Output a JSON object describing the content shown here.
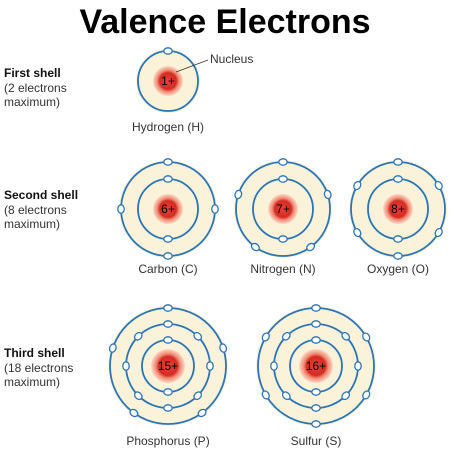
{
  "title": "Valence Electrons",
  "nucleus_label": "Nucleus",
  "colors": {
    "nucleus_core": "#d42a22",
    "nucleus_glow": "#f6a48a",
    "shell_fill": "#fbf3d9",
    "shell_line": "#2b74b8",
    "electron_fill": "#ffffff",
    "electron_stroke": "#2b74b8"
  },
  "rows": [
    {
      "title": "First shell",
      "note_1": "(2 electrons",
      "note_2": "maximum)"
    },
    {
      "title": "Second shell",
      "note_1": "(8 electrons",
      "note_2": "maximum)"
    },
    {
      "title": "Third shell",
      "note_1": "(18 electrons",
      "note_2": "maximum)"
    }
  ],
  "atoms": [
    {
      "name": "Hydrogen (H)",
      "charge": "1+",
      "shells": [
        1
      ]
    },
    {
      "name": "Carbon (C)",
      "charge": "6+",
      "shells": [
        2,
        4
      ]
    },
    {
      "name": "Nitrogen (N)",
      "charge": "7+",
      "shells": [
        2,
        5
      ]
    },
    {
      "name": "Oxygen (O)",
      "charge": "8+",
      "shells": [
        2,
        6
      ]
    },
    {
      "name": "Phosphorus (P)",
      "charge": "15+",
      "shells": [
        2,
        8,
        5
      ]
    },
    {
      "name": "Sulfur (S)",
      "charge": "16+",
      "shells": [
        2,
        8,
        6
      ]
    }
  ]
}
